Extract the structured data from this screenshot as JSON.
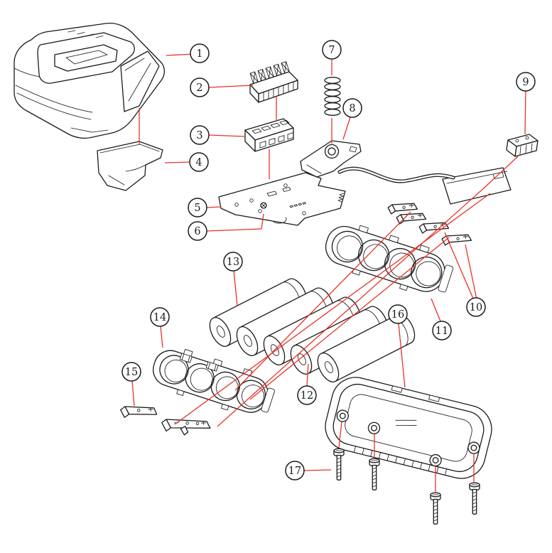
{
  "diagram": {
    "title": "",
    "kind": "exploded-parts-diagram",
    "colors": {
      "background": "#ffffff",
      "line": "#1b1b1b",
      "leader": "#e8322a"
    },
    "callouts": [
      {
        "label": "1"
      },
      {
        "label": "2"
      },
      {
        "label": "3"
      },
      {
        "label": "4"
      },
      {
        "label": "5"
      },
      {
        "label": "6"
      },
      {
        "label": "7"
      },
      {
        "label": "8"
      },
      {
        "label": "9"
      },
      {
        "label": "10"
      },
      {
        "label": "11"
      },
      {
        "label": "12"
      },
      {
        "label": "13"
      },
      {
        "label": "14"
      },
      {
        "label": "15"
      },
      {
        "label": "16"
      },
      {
        "label": "17"
      }
    ]
  }
}
